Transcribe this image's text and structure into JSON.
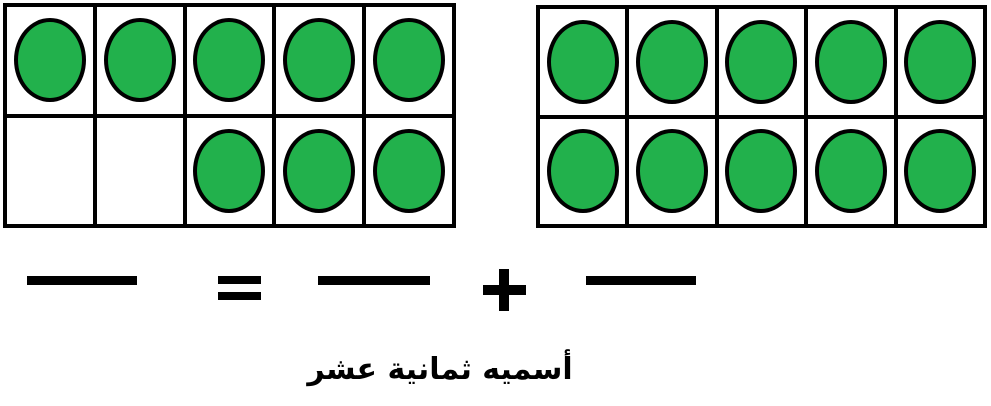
{
  "colors": {
    "counter": "#22b14c",
    "grid_line": "#000000",
    "empty_cell": "#ffffff"
  },
  "frames": [
    {
      "name": "left-ten-frame",
      "filled": [
        true,
        true,
        true,
        true,
        true,
        false,
        false,
        true,
        true,
        true
      ]
    },
    {
      "name": "right-ten-frame",
      "filled": [
        true,
        true,
        true,
        true,
        true,
        true,
        true,
        true,
        true,
        true
      ]
    }
  ],
  "equation": {
    "blank_1": "----",
    "equals": "=",
    "blank_2": "----",
    "plus": "+",
    "blank_3": "----"
  },
  "caption": "أسميه ثمانية عشر"
}
